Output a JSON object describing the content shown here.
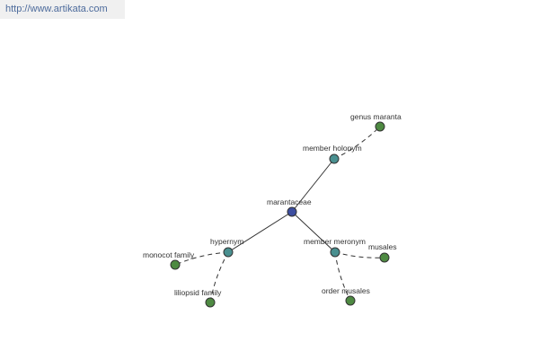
{
  "banner": {
    "url_text": "http://www.artikata.com"
  },
  "colors": {
    "center": "#3d4ea0",
    "relation": "#4a9090",
    "leaf": "#4e8a42",
    "banner_text": "#4d6b9c"
  },
  "graph": {
    "nodes": [
      {
        "id": "marantaceae",
        "label": "marantaceae",
        "kind": "center"
      },
      {
        "id": "member-holonym",
        "label": "member holonym",
        "kind": "relation"
      },
      {
        "id": "hypernym",
        "label": "hypernym",
        "kind": "relation"
      },
      {
        "id": "member-meronym",
        "label": "member meronym",
        "kind": "relation"
      },
      {
        "id": "genus-maranta",
        "label": "genus maranta",
        "kind": "leaf"
      },
      {
        "id": "monocot-family",
        "label": "monocot family",
        "kind": "leaf"
      },
      {
        "id": "liliopsid-family",
        "label": "liliopsid family",
        "kind": "leaf"
      },
      {
        "id": "musales",
        "label": "musales",
        "kind": "leaf"
      },
      {
        "id": "order-musales",
        "label": "order musales",
        "kind": "leaf"
      }
    ],
    "edges": [
      {
        "from": "marantaceae",
        "to": "member-holonym",
        "style": "solid"
      },
      {
        "from": "marantaceae",
        "to": "hypernym",
        "style": "solid"
      },
      {
        "from": "marantaceae",
        "to": "member-meronym",
        "style": "solid"
      },
      {
        "from": "member-holonym",
        "to": "genus-maranta",
        "style": "dashed"
      },
      {
        "from": "hypernym",
        "to": "monocot-family",
        "style": "dashed"
      },
      {
        "from": "hypernym",
        "to": "liliopsid-family",
        "style": "dashed"
      },
      {
        "from": "member-meronym",
        "to": "musales",
        "style": "dashed"
      },
      {
        "from": "member-meronym",
        "to": "order-musales",
        "style": "dashed"
      }
    ]
  }
}
